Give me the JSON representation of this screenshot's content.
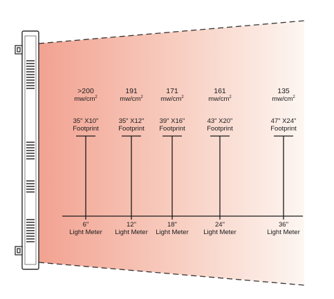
{
  "measurements": [
    {
      "intensity": ">200",
      "unit": "mw/cm",
      "unit_sup": "2",
      "footprint_size": "35\" X10\"",
      "footprint_word": "Footprint",
      "distance": "6\"",
      "meter_label": "Light Meter"
    },
    {
      "intensity": "191",
      "unit": "mw/cm",
      "unit_sup": "2",
      "footprint_size": "35\" X12\"",
      "footprint_word": "Footprint",
      "distance": "12\"",
      "meter_label": "Light Meter"
    },
    {
      "intensity": "171",
      "unit": "mw/cm",
      "unit_sup": "2",
      "footprint_size": "39\" X16\"",
      "footprint_word": "Footprint",
      "distance": "18\"",
      "meter_label": "Light Meter"
    },
    {
      "intensity": "161",
      "unit": "mw/cm",
      "unit_sup": "2",
      "footprint_size": "43\" X20\"",
      "footprint_word": "Footprint",
      "distance": "24\"",
      "meter_label": "Light Meter"
    },
    {
      "intensity": "135",
      "unit": "mw/cm",
      "unit_sup": "2",
      "footprint_size": "47\" X24\"",
      "footprint_word": "Footprint",
      "distance": "36\"",
      "meter_label": "Light Meter"
    }
  ],
  "colors": {
    "beam_start": "#f2a291",
    "beam_end": "#fdf6f2",
    "panel_fill": "#ffffff",
    "panel_stroke": "#2b2b2b",
    "line": "#1a1a1a"
  }
}
